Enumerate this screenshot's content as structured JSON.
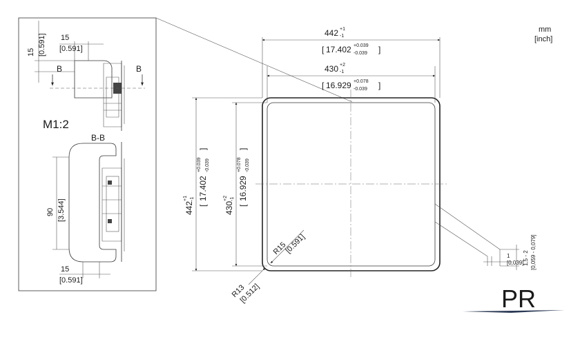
{
  "units": {
    "mm": "mm",
    "inch": "[inch]"
  },
  "detail": {
    "scale_label": "M1:2",
    "section_label": "B-B",
    "section_marker_left": "B",
    "section_marker_right": "B",
    "dim_top_vertical": {
      "mm": "15",
      "inch": "[0.591]"
    },
    "dim_top_horizontal": {
      "mm": "15",
      "inch": "[0.591]"
    },
    "dim_height": {
      "mm": "90",
      "inch": "[3.544]"
    },
    "dim_bottom_horizontal": {
      "mm": "15",
      "inch": "[0.591]"
    }
  },
  "main": {
    "outer_width": {
      "mm": "442",
      "tol": "+1",
      "tol_low": "-1",
      "inch": "17.402",
      "tol_in_up": "+0.039",
      "tol_in_low": "-0.039"
    },
    "inner_width": {
      "mm": "430",
      "tol": "+2",
      "tol_low": "-1",
      "inch": "16.929",
      "tol_in_up": "+0.078",
      "tol_in_low": "-0.039"
    },
    "outer_height": {
      "mm": "442",
      "tol": "+1",
      "tol_low": "-1",
      "inch": "17.402",
      "tol_in_up": "+0.039",
      "tol_in_low": "-0.039"
    },
    "inner_height": {
      "mm": "430",
      "tol": "+2",
      "tol_low": "-1",
      "inch": "16.929",
      "tol_in_up": "+0.078",
      "tol_in_low": "-0.039"
    },
    "radius_inner": {
      "mm": "R15",
      "inch": "[0.591]"
    },
    "radius_outer": {
      "mm": "R13",
      "inch": "[0.512]"
    },
    "gap_1": {
      "mm": "1",
      "inch": "[0,039]"
    },
    "gap_range": {
      "mm": "1,5 - 2",
      "inch": "[0,059 - 0,079]"
    }
  },
  "logo": {
    "text": "PR"
  }
}
